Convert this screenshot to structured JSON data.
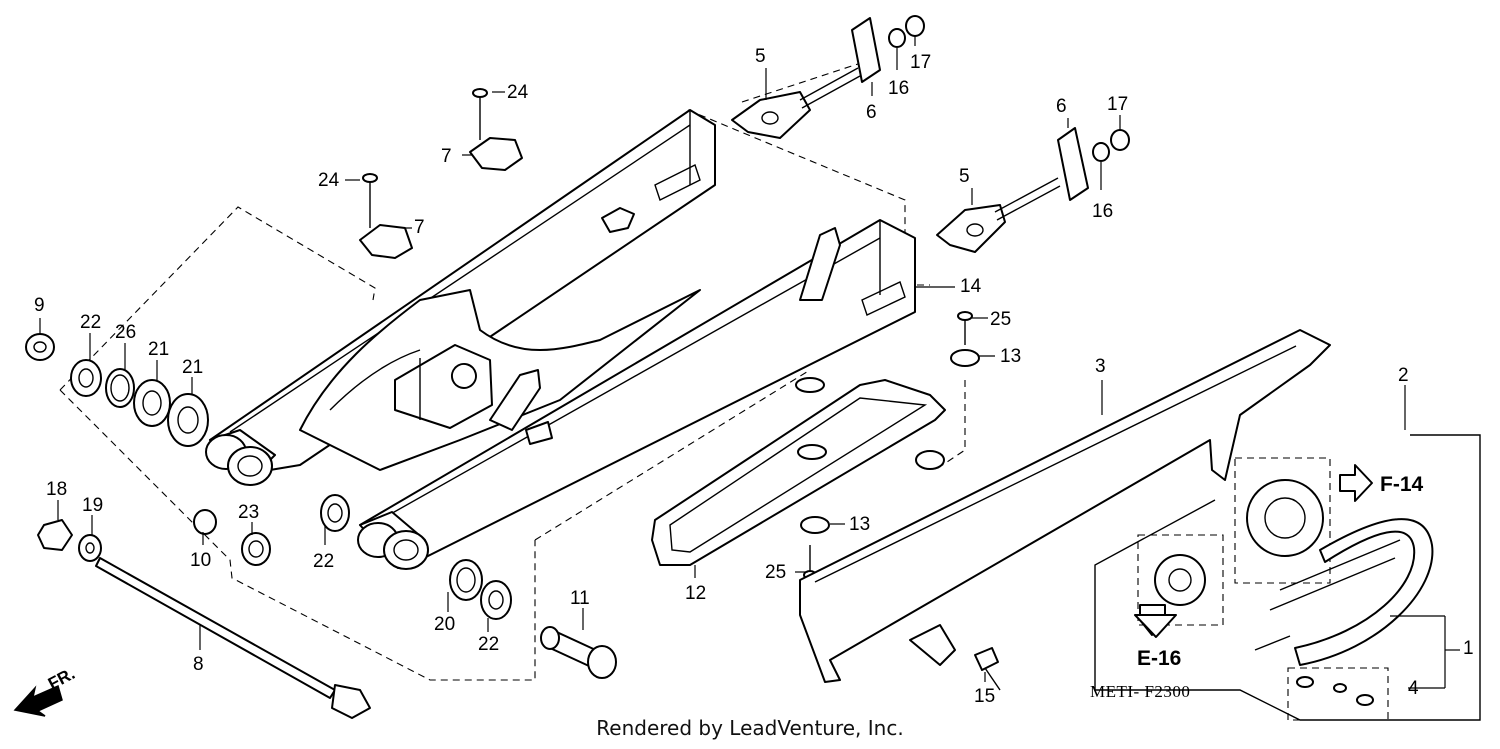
{
  "diagram": {
    "part_labels": [
      "1",
      "2",
      "3",
      "4",
      "5",
      "5",
      "6",
      "6",
      "7",
      "7",
      "8",
      "9",
      "10",
      "11",
      "12",
      "13",
      "13",
      "14",
      "15",
      "16",
      "16",
      "17",
      "17",
      "18",
      "19",
      "20",
      "21",
      "21",
      "22",
      "22",
      "22",
      "23",
      "24",
      "24",
      "25",
      "25",
      "26"
    ],
    "references": {
      "f14": "F-14",
      "e16": "E-16"
    },
    "diagram_code": "METI- F2300",
    "direction_label": "FR."
  },
  "footer": {
    "credit": "Rendered by LeadVenture, Inc."
  }
}
